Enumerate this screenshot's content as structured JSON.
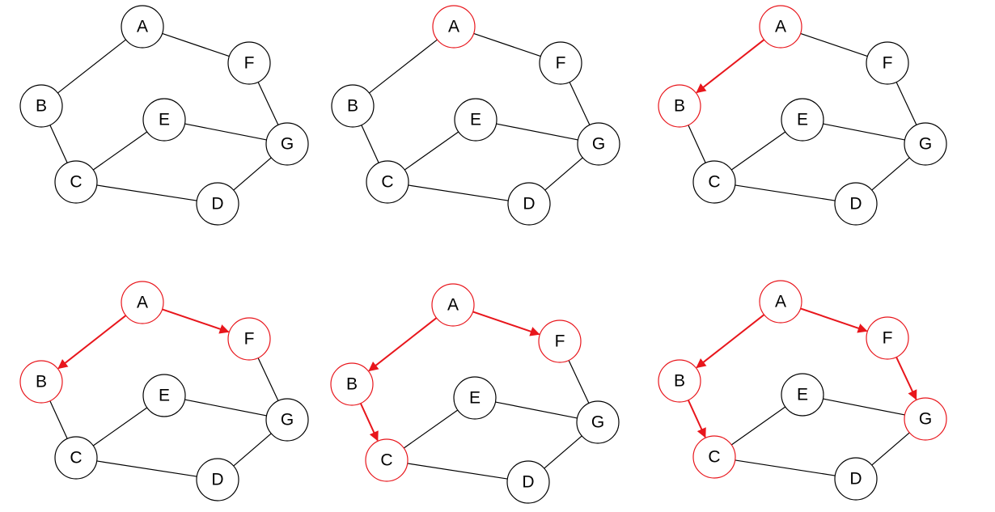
{
  "colors": {
    "default": "#000000",
    "highlight": "#e8161c",
    "fill": "#ffffff"
  },
  "nodes": [
    "A",
    "B",
    "C",
    "D",
    "E",
    "F",
    "G"
  ],
  "edges": [
    [
      "A",
      "B"
    ],
    [
      "A",
      "F"
    ],
    [
      "B",
      "C"
    ],
    [
      "C",
      "E"
    ],
    [
      "C",
      "D"
    ],
    [
      "E",
      "G"
    ],
    [
      "F",
      "G"
    ],
    [
      "D",
      "G"
    ]
  ],
  "panels": [
    {
      "red_nodes": [],
      "arrows": []
    },
    {
      "red_nodes": [
        "A"
      ],
      "arrows": []
    },
    {
      "red_nodes": [
        "A",
        "B"
      ],
      "arrows": [
        [
          "A",
          "B"
        ]
      ]
    },
    {
      "red_nodes": [
        "A",
        "B",
        "F"
      ],
      "arrows": [
        [
          "A",
          "B"
        ],
        [
          "A",
          "F"
        ]
      ]
    },
    {
      "red_nodes": [
        "A",
        "B",
        "F",
        "C"
      ],
      "arrows": [
        [
          "A",
          "B"
        ],
        [
          "A",
          "F"
        ],
        [
          "B",
          "C"
        ]
      ]
    },
    {
      "red_nodes": [
        "A",
        "B",
        "F",
        "C",
        "G"
      ],
      "arrows": [
        [
          "A",
          "B"
        ],
        [
          "A",
          "F"
        ],
        [
          "B",
          "C"
        ],
        [
          "F",
          "G"
        ]
      ]
    }
  ]
}
